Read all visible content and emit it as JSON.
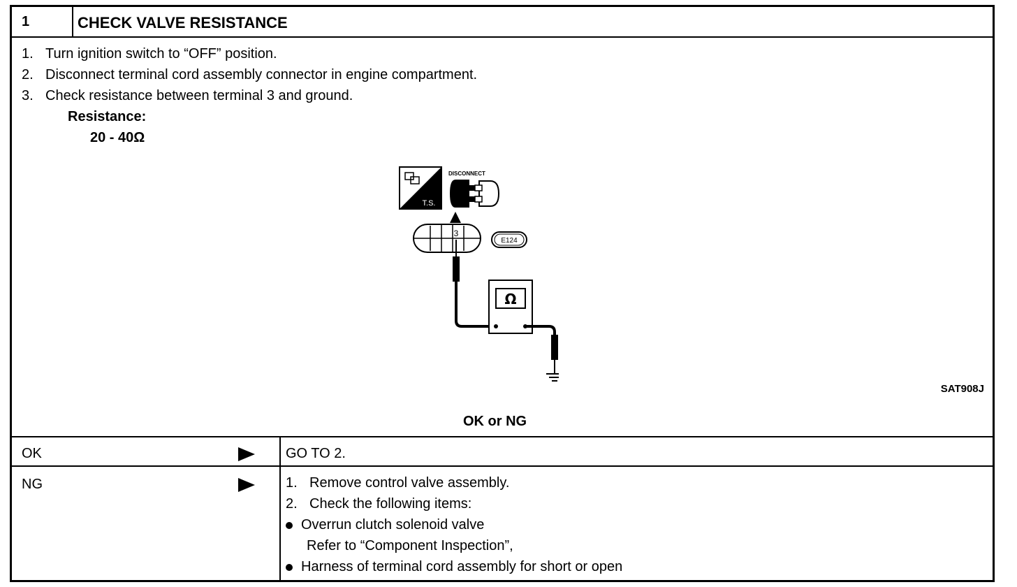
{
  "header": {
    "step_number": "1",
    "title": "CHECK VALVE RESISTANCE"
  },
  "procedure": {
    "steps": [
      {
        "num": "1.",
        "text": "Turn ignition switch to “OFF” position."
      },
      {
        "num": "2.",
        "text": "Disconnect terminal cord assembly connector in engine compartment."
      },
      {
        "num": "3.",
        "text": "Check resistance between terminal 3 and ground."
      }
    ],
    "spec_label": "Resistance:",
    "spec_value": "20 - 40Ω"
  },
  "diagram": {
    "ts_label": "T.S.",
    "disconnect_label": "DISCONNECT",
    "terminal_label": "3",
    "connector_label": "E124",
    "meter_symbol": "Ω",
    "figure_code": "SAT908J"
  },
  "result_question": "OK or NG",
  "results": {
    "ok": {
      "label": "OK",
      "action": "GO TO 2."
    },
    "ng": {
      "label": "NG",
      "actions": [
        {
          "num": "1.",
          "text": "Remove control valve assembly."
        },
        {
          "num": "2.",
          "text": "Check the following items:"
        }
      ],
      "bullets": [
        {
          "text": "Overrun clutch solenoid valve",
          "sub": "Refer to “Component Inspection”,"
        },
        {
          "text": "Harness of terminal cord assembly for short or open"
        }
      ]
    }
  }
}
